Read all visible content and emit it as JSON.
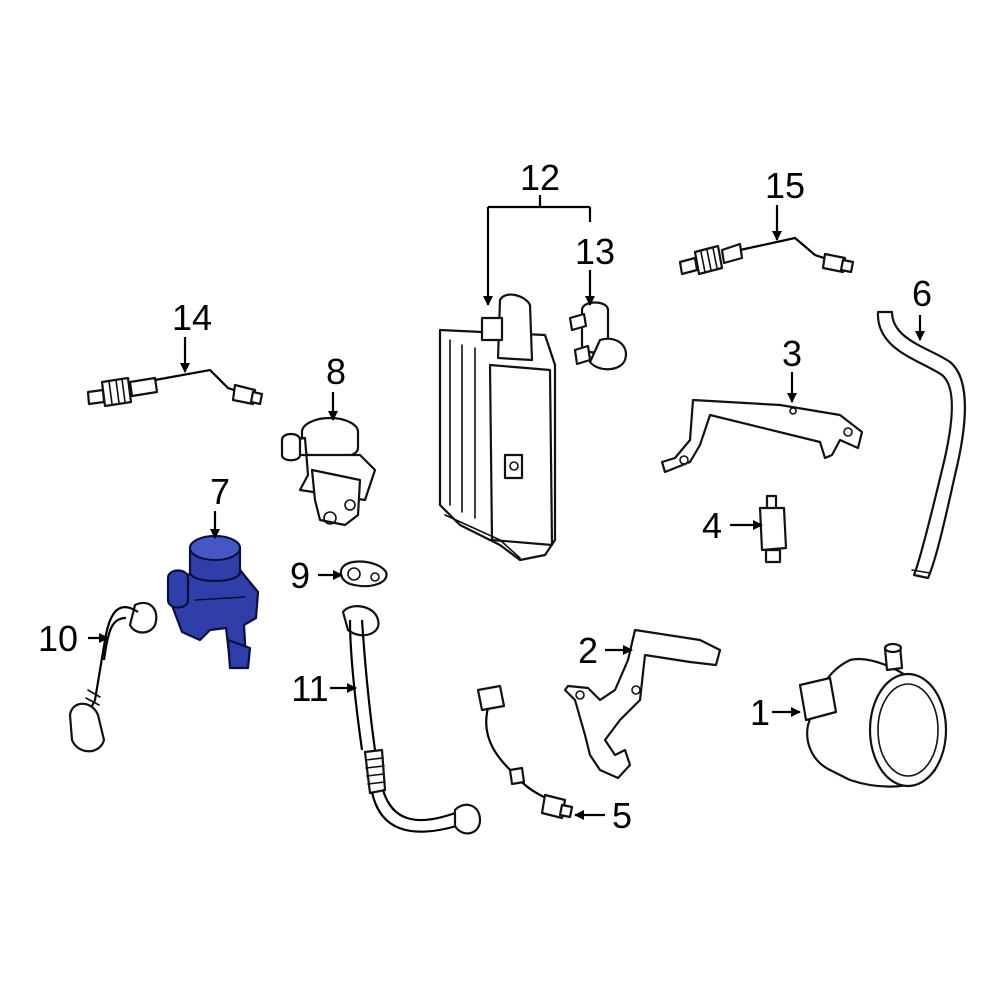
{
  "diagram": {
    "highlight_color": "#2f3ea8",
    "callouts": [
      {
        "id": "1",
        "text": "1"
      },
      {
        "id": "2",
        "text": "2"
      },
      {
        "id": "3",
        "text": "3"
      },
      {
        "id": "4",
        "text": "4"
      },
      {
        "id": "5",
        "text": "5"
      },
      {
        "id": "6",
        "text": "6"
      },
      {
        "id": "7",
        "text": "7"
      },
      {
        "id": "8",
        "text": "8"
      },
      {
        "id": "9",
        "text": "9"
      },
      {
        "id": "10",
        "text": "10"
      },
      {
        "id": "11",
        "text": "11"
      },
      {
        "id": "12",
        "text": "12"
      },
      {
        "id": "13",
        "text": "13"
      },
      {
        "id": "14",
        "text": "14"
      },
      {
        "id": "15",
        "text": "15"
      }
    ],
    "highlighted_part": "7"
  }
}
